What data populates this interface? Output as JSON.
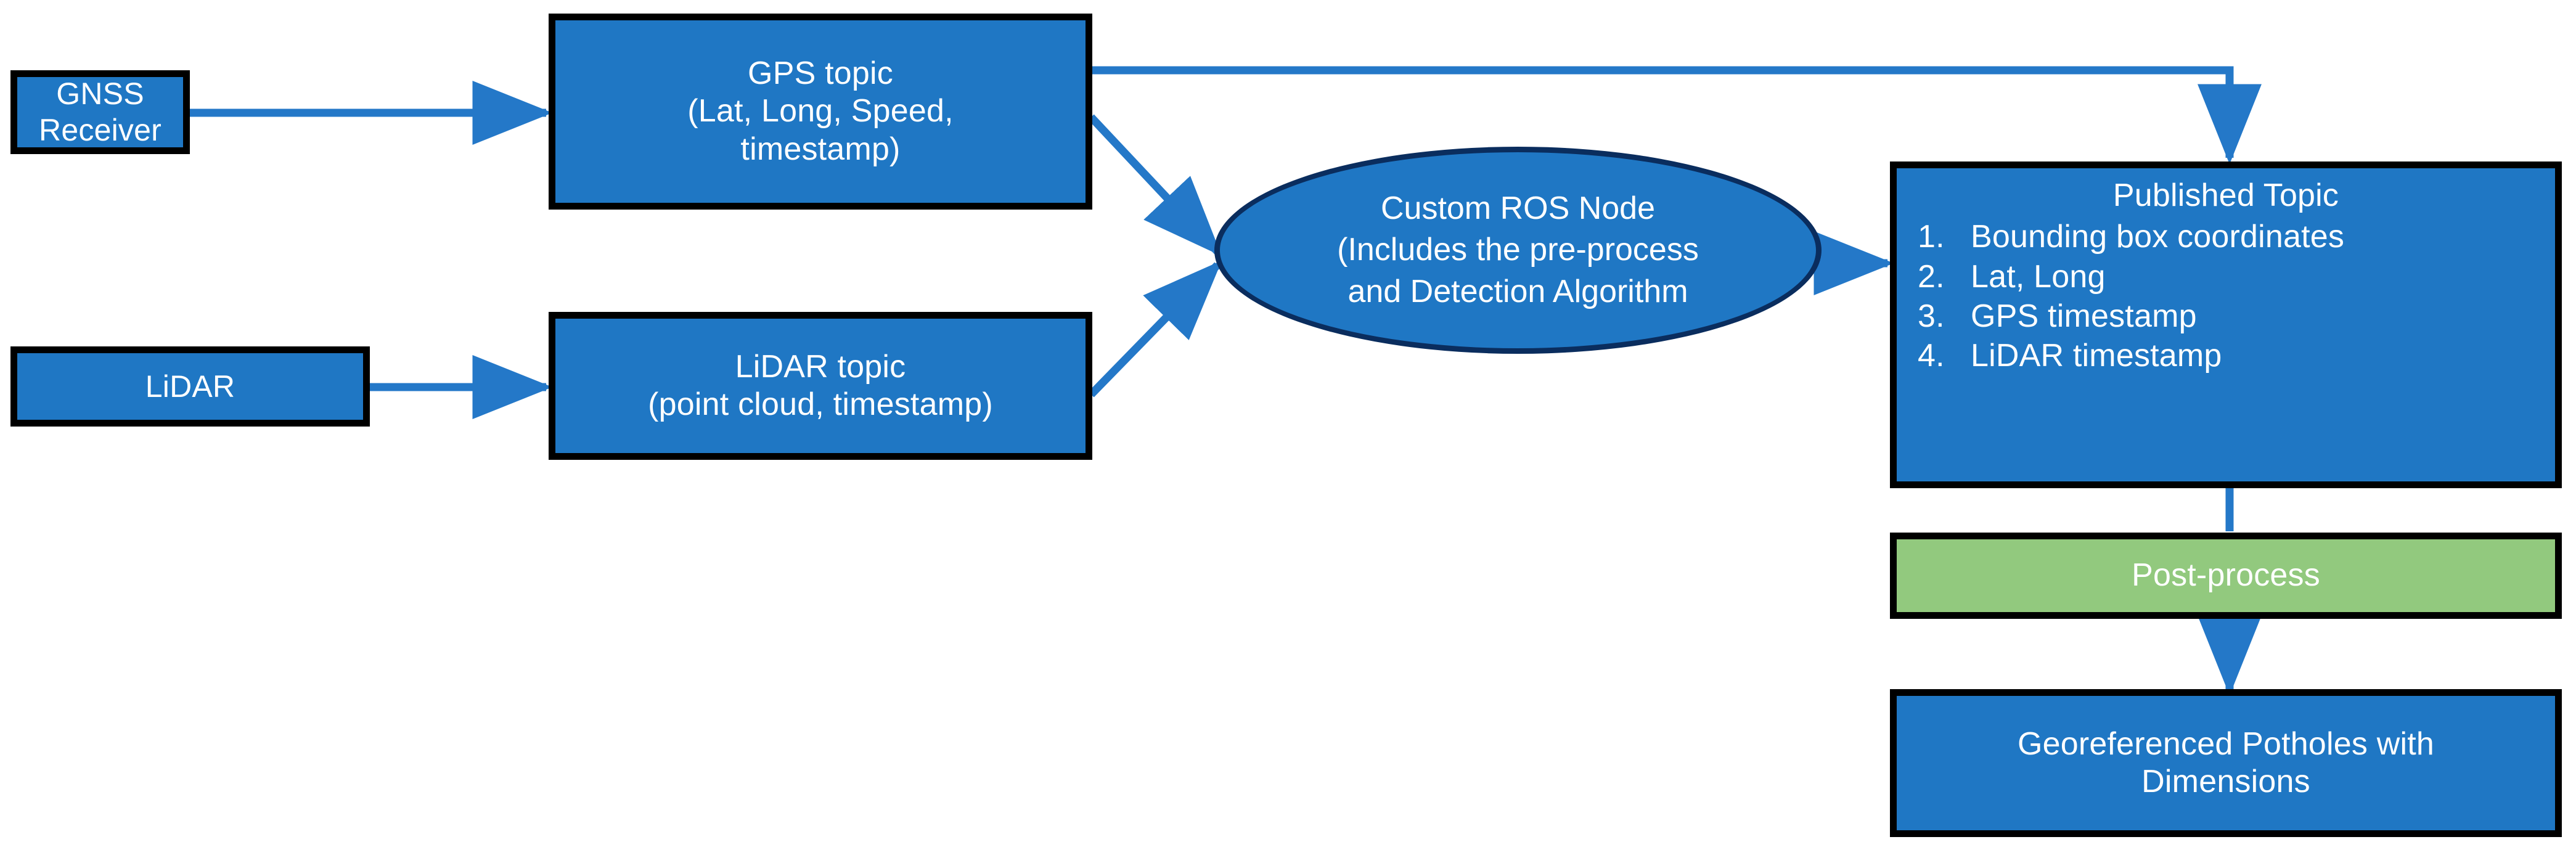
{
  "diagram": {
    "title": "GNSS / LiDAR ROS pothole detection pipeline",
    "colors": {
      "node_fill_blue": "#1F77C4",
      "node_fill_green": "#92C97E",
      "node_border_black": "#000000",
      "ellipse_border_navy": "#0A2D5E",
      "arrow_blue": "#2478C8",
      "text_white": "#FFFFFF",
      "background": "#FFFFFF"
    },
    "nodes": {
      "gnss_receiver": {
        "label": "GNSS Receiver",
        "shape": "rectangle",
        "fill": "#1F77C4"
      },
      "gps_topic": {
        "label": "GPS topic\n(Lat, Long, Speed,\ntimestamp)",
        "shape": "rectangle",
        "fill": "#1F77C4"
      },
      "lidar": {
        "label": "LiDAR",
        "shape": "rectangle",
        "fill": "#1F77C4"
      },
      "lidar_topic": {
        "label": "LiDAR topic\n(point cloud, timestamp)",
        "shape": "rectangle",
        "fill": "#1F77C4"
      },
      "custom_ros_node": {
        "label": "Custom ROS Node\n(Includes the pre-process\nand Detection Algorithm",
        "shape": "ellipse",
        "fill": "#1F77C4"
      },
      "published_topic": {
        "title": "Published Topic",
        "shape": "rectangle",
        "fill": "#1F77C4",
        "items": [
          {
            "num": "1.",
            "label": "Bounding box coordinates"
          },
          {
            "num": "2.",
            "label": "Lat, Long"
          },
          {
            "num": "3.",
            "label": "GPS timestamp"
          },
          {
            "num": "4.",
            "label": "LiDAR timestamp"
          }
        ]
      },
      "post_process": {
        "label": "Post-process",
        "shape": "rectangle",
        "fill": "#92C97E"
      },
      "georeferenced_potholes": {
        "label": "Georeferenced Potholes with\nDimensions",
        "shape": "rectangle",
        "fill": "#1F77C4"
      }
    },
    "edges": [
      {
        "from": "gnss_receiver",
        "to": "gps_topic",
        "style": "straight-horizontal"
      },
      {
        "from": "lidar",
        "to": "lidar_topic",
        "style": "straight-horizontal"
      },
      {
        "from": "gps_topic",
        "to": "custom_ros_node",
        "style": "diagonal-down-right"
      },
      {
        "from": "lidar_topic",
        "to": "custom_ros_node",
        "style": "diagonal-up-right"
      },
      {
        "from": "gps_topic",
        "to": "published_topic",
        "style": "elbow-right-then-down"
      },
      {
        "from": "custom_ros_node",
        "to": "published_topic",
        "style": "straight-horizontal"
      },
      {
        "from": "published_topic",
        "to": "post_process",
        "style": "straight-vertical"
      },
      {
        "from": "post_process",
        "to": "georeferenced_potholes",
        "style": "straight-vertical"
      }
    ]
  }
}
